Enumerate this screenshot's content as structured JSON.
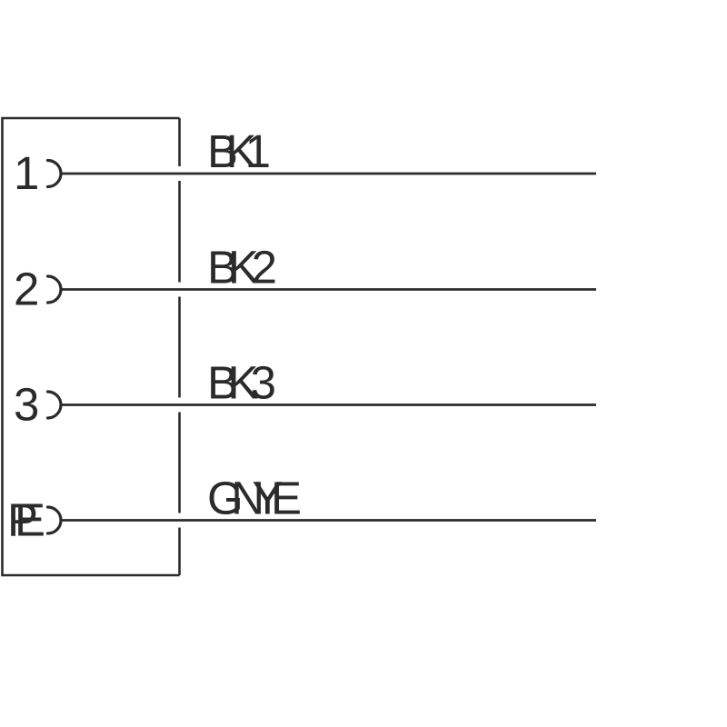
{
  "diagram": {
    "background": "#ffffff",
    "line_color": "#2b2b2b",
    "pins": [
      {
        "id": "1",
        "wire": "BK 1"
      },
      {
        "id": "2",
        "wire": "BK 2"
      },
      {
        "id": "3",
        "wire": "BK 3"
      },
      {
        "id": "PE",
        "wire": "GN YE"
      }
    ]
  }
}
